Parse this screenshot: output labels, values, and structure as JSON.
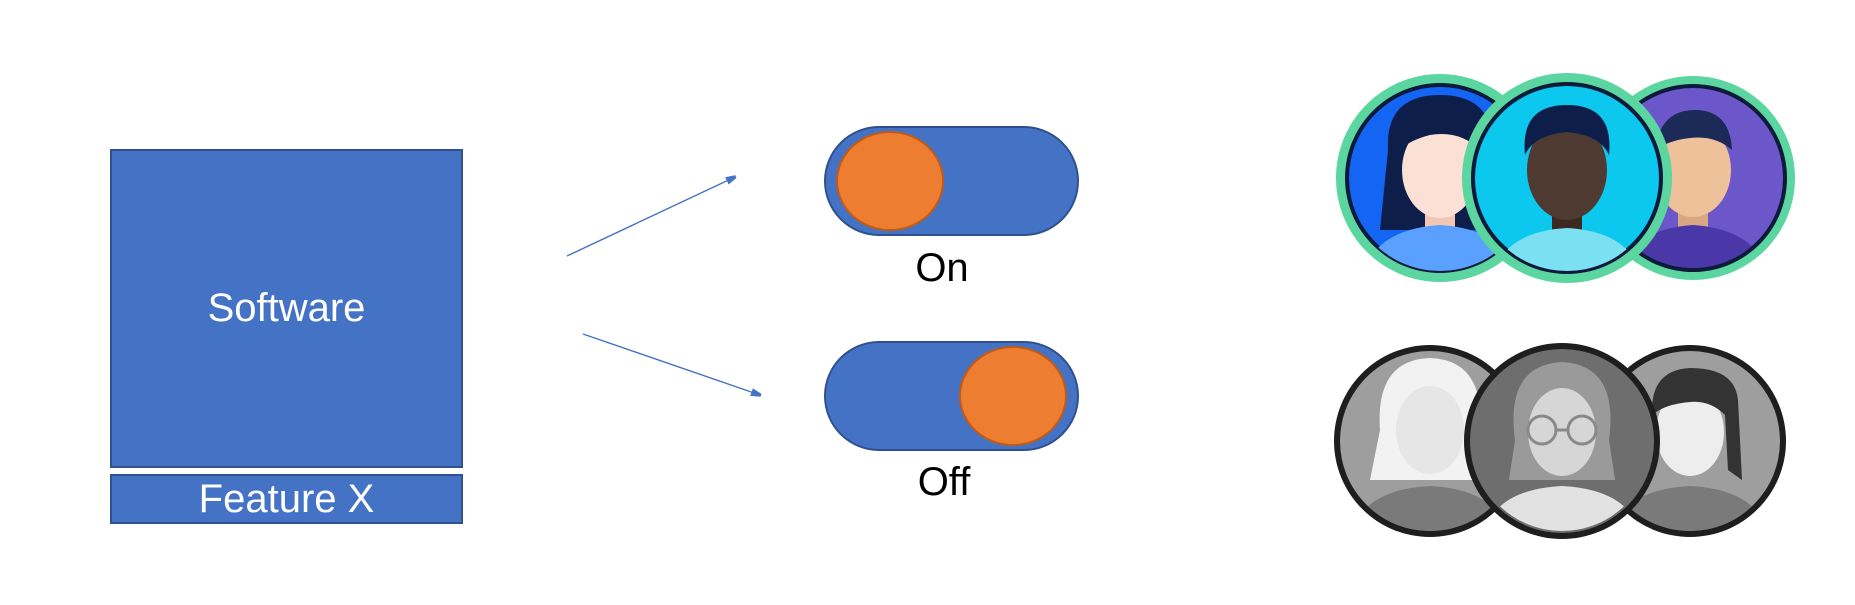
{
  "software_box": {
    "label": "Software",
    "fill": "#4472C4",
    "stroke": "#2F528F"
  },
  "feature_box": {
    "label": "Feature X"
  },
  "toggles": {
    "on": {
      "label": "On",
      "state": "on"
    },
    "off": {
      "label": "Off",
      "state": "off"
    }
  },
  "avatar_groups": {
    "enabled_users": {
      "ring_color": "#5BD6A0",
      "count": 3
    },
    "disabled_users": {
      "ring_color": "#222222",
      "count": 3
    }
  },
  "colors": {
    "accent_blue": "#4472C4",
    "knob_orange": "#ED7D31",
    "arrow_blue": "#4472C4"
  }
}
